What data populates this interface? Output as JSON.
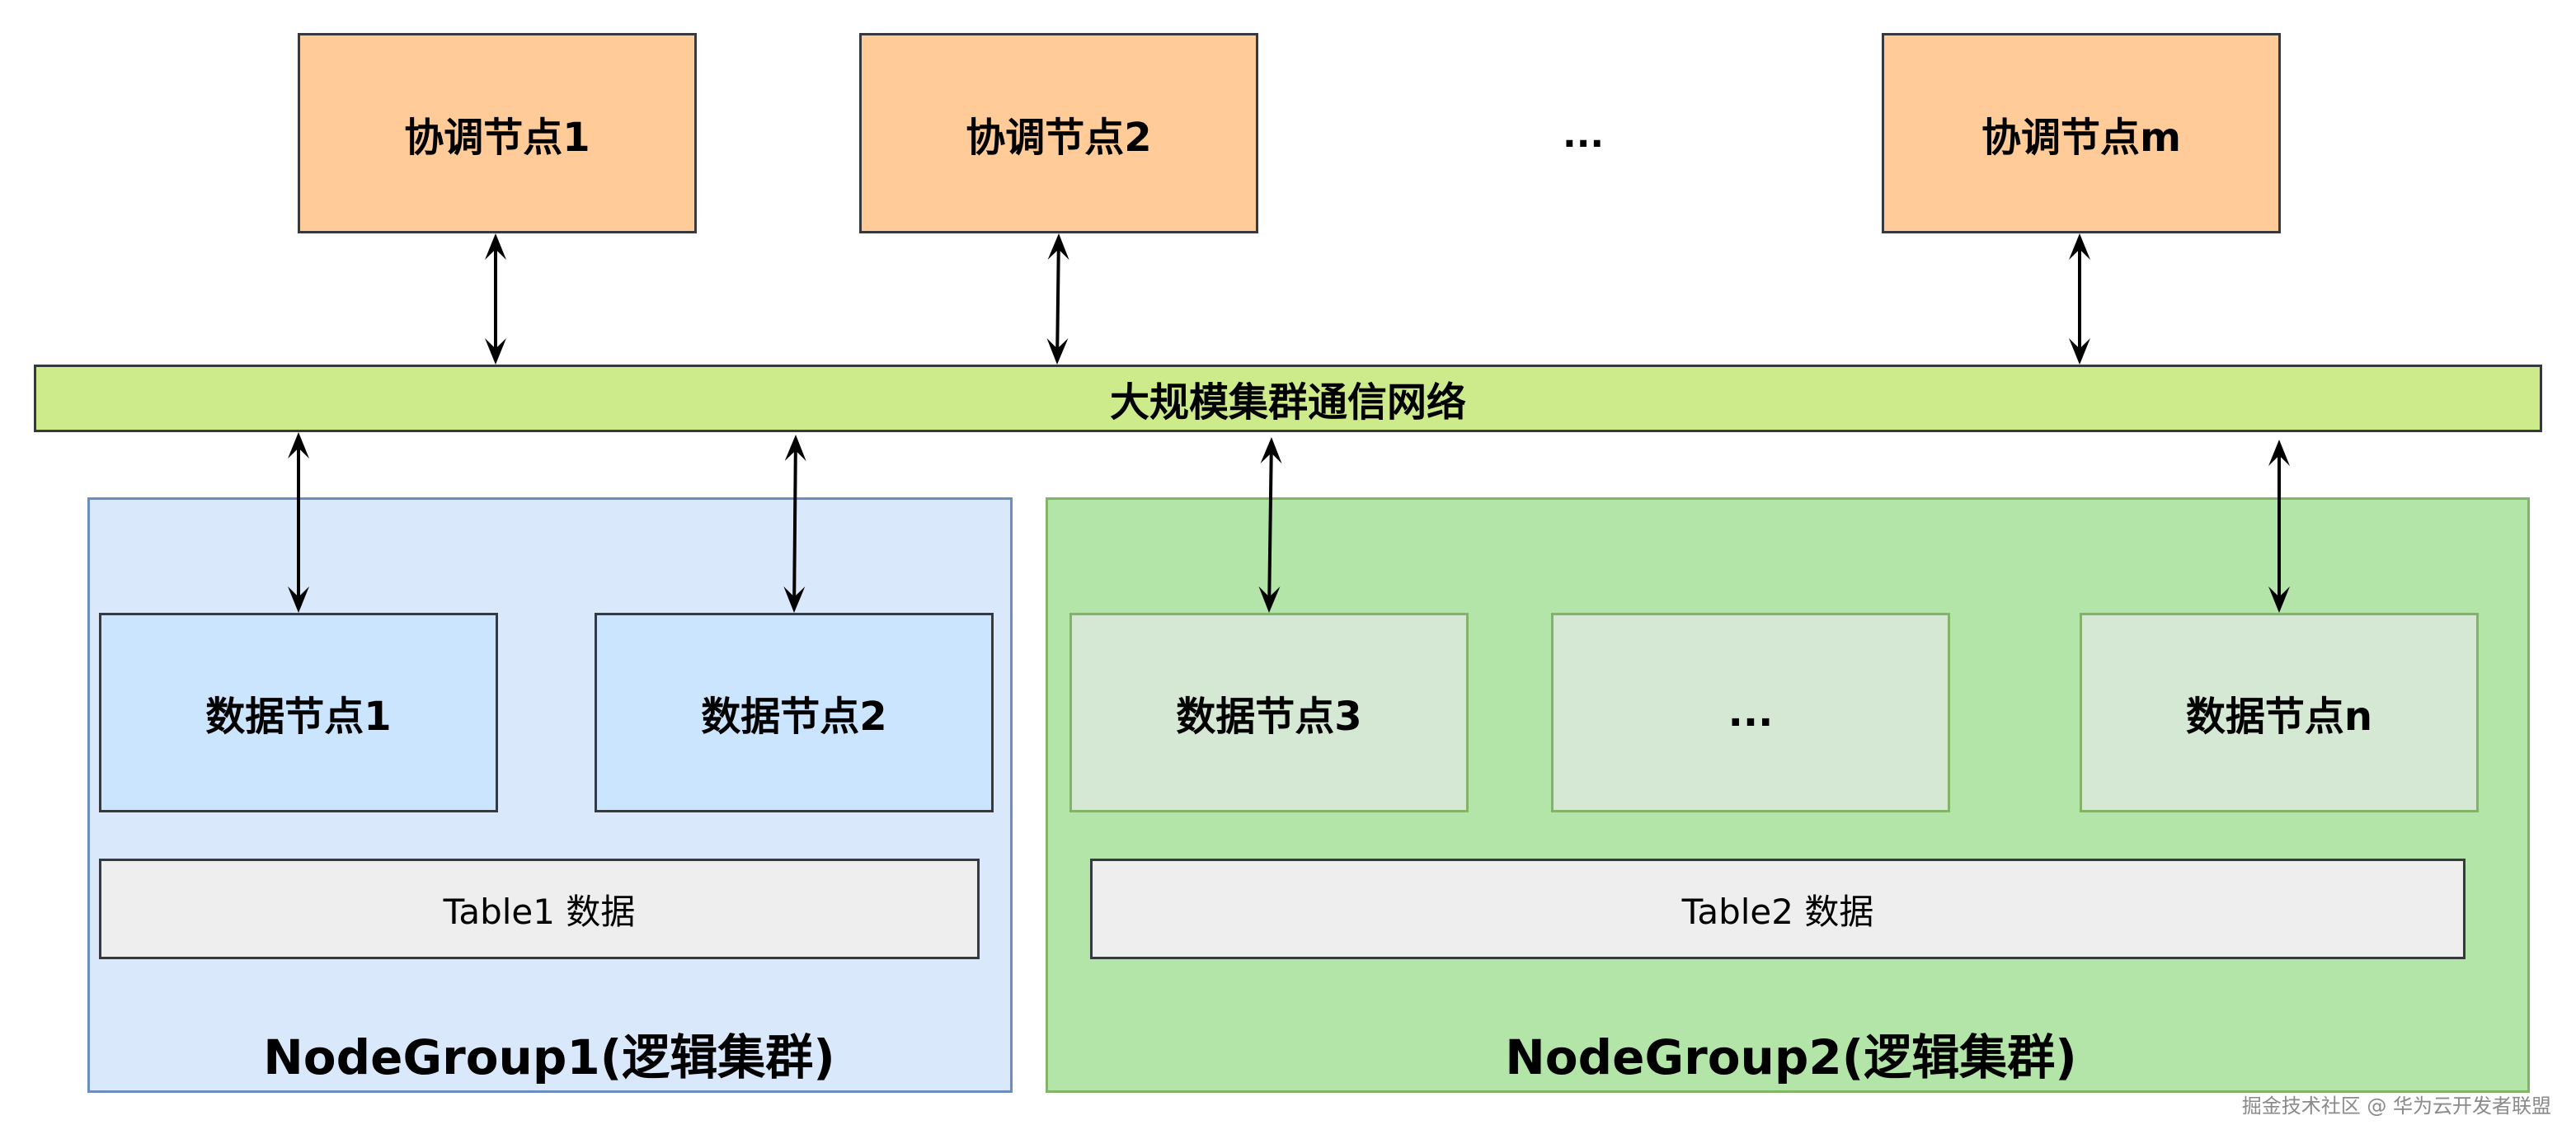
{
  "coordinators": {
    "node1": "协调节点1",
    "node2": "协调节点2",
    "ellipsis": "...",
    "node_m": "协调节点m"
  },
  "network": {
    "label": "大规模集群通信网络"
  },
  "group1": {
    "label": "NodeGroup1(逻辑集群)",
    "data_node_1": "数据节点1",
    "data_node_2": "数据节点2",
    "table": "Table1 数据"
  },
  "group2": {
    "label": "NodeGroup2(逻辑集群)",
    "data_node_3": "数据节点3",
    "ellipsis": "...",
    "data_node_n": "数据节点n",
    "table": "Table2 数据"
  },
  "watermark": "掘金技术社区 @ 华为云开发者联盟",
  "colors": {
    "coordinator_fill": "#ffcc99",
    "network_fill": "#cdeb8b",
    "group1_fill": "#dae8fc",
    "group2_fill": "#b3e5a9",
    "data_node_group1_fill": "#cce5ff",
    "data_node_group2_fill": "#d5e8d4",
    "table_fill": "#eeeeee",
    "arrow": "#000000"
  }
}
